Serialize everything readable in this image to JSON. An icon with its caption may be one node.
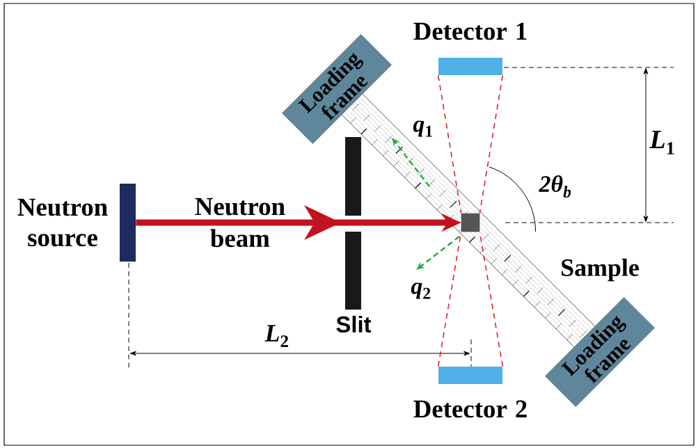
{
  "diagram": {
    "nodes": [
      {
        "text": [],
        "shape": "bar",
        "beside": [
          "Neutron source"
        ]
      },
      {
        "text": [
          "Loading frame"
        ]
      },
      {
        "text": [],
        "shape": "bar",
        "beside": [
          "Detector 1"
        ]
      },
      {
        "text": [],
        "shape": "box"
      },
      {
        "text": [],
        "shape": "bar",
        "beside": [
          "Detector 2"
        ]
      },
      {
        "text": [
          "Loading frame"
        ]
      }
    ],
    "edges": [
      {
        "from": 0,
        "to": 3,
        "arrow": "to",
        "label": "Neutron beam",
        "style": "thick",
        "color": "#c1121f"
      },
      {
        "from": 2,
        "to": 3,
        "arrow": "none",
        "style": "dashed",
        "color": "#e0202e"
      },
      {
        "from": 2,
        "to": 3,
        "arrow": "none",
        "style": "dashed",
        "color": "#e0202e"
      },
      {
        "from": 4,
        "to": 3,
        "arrow": "none",
        "style": "dashed",
        "color": "#e0202e"
      },
      {
        "from": 4,
        "to": 3,
        "arrow": "none",
        "style": "dashed",
        "color": "#e0202e"
      }
    ],
    "labels": [
      "*q*$_{1}$",
      "*L*$_{1}$",
      "2θ$_{b}$",
      "*q*$_{2}$",
      "Sample",
      "Slit",
      "*L*$_{2}$"
    ]
  }
}
